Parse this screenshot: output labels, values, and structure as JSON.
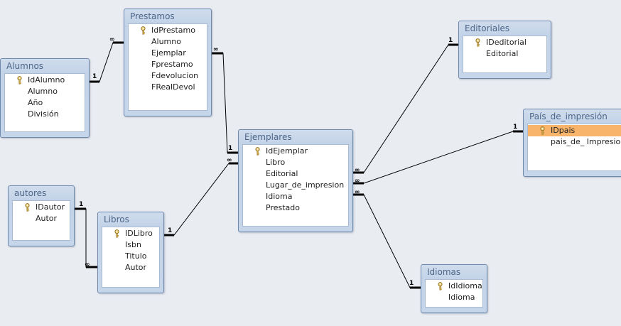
{
  "tables": [
    {
      "id": "prestamos",
      "title": "Prestamos",
      "fields": [
        {
          "name": "IdPrestamo",
          "pk": true
        },
        {
          "name": "Alumno"
        },
        {
          "name": "Ejemplar"
        },
        {
          "name": "Fprestamo"
        },
        {
          "name": "Fdevolucion"
        },
        {
          "name": "FRealDevol"
        }
      ]
    },
    {
      "id": "alumnos",
      "title": "Alumnos",
      "fields": [
        {
          "name": "IdAlumno",
          "pk": true
        },
        {
          "name": "Alumno"
        },
        {
          "name": "Año"
        },
        {
          "name": "División"
        }
      ]
    },
    {
      "id": "autores",
      "title": "autores",
      "fields": [
        {
          "name": "IDautor",
          "pk": true
        },
        {
          "name": "Autor"
        }
      ]
    },
    {
      "id": "libros",
      "title": "Libros",
      "fields": [
        {
          "name": "IDLibro",
          "pk": true
        },
        {
          "name": "Isbn"
        },
        {
          "name": "Titulo"
        },
        {
          "name": "Autor"
        }
      ]
    },
    {
      "id": "ejemplares",
      "title": "Ejemplares",
      "fields": [
        {
          "name": "IdEjemplar",
          "pk": true
        },
        {
          "name": "Libro"
        },
        {
          "name": "Editorial"
        },
        {
          "name": "Lugar_de_impresion"
        },
        {
          "name": "Idioma"
        },
        {
          "name": "Prestado"
        }
      ]
    },
    {
      "id": "editoriales",
      "title": "Editoriales",
      "fields": [
        {
          "name": "IDeditorial",
          "pk": true
        },
        {
          "name": "Editorial"
        }
      ]
    },
    {
      "id": "pais",
      "title": "País_de_impresión",
      "fields": [
        {
          "name": "IDpais",
          "pk": true,
          "selected": true
        },
        {
          "name": "pais_de_ Impresion"
        }
      ]
    },
    {
      "id": "idiomas",
      "title": "Idiomas",
      "fields": [
        {
          "name": "IdIdioma",
          "pk": true
        },
        {
          "name": "Idioma"
        }
      ]
    }
  ],
  "relationships": [
    {
      "from": "alumnos",
      "to": "prestamos",
      "from_card": "1",
      "to_card": "∞"
    },
    {
      "from": "prestamos",
      "to": "ejemplares",
      "from_card": "∞",
      "to_card": "1"
    },
    {
      "from": "libros",
      "to": "ejemplares",
      "from_card": "1",
      "to_card": "∞"
    },
    {
      "from": "autores",
      "to": "libros",
      "from_card": "1",
      "to_card": "∞"
    },
    {
      "from": "ejemplares",
      "to": "editoriales",
      "from_card": "∞",
      "to_card": "1"
    },
    {
      "from": "ejemplares",
      "to": "pais",
      "from_card": "∞",
      "to_card": "1"
    },
    {
      "from": "ejemplares",
      "to": "idiomas",
      "from_card": "∞",
      "to_card": "1"
    }
  ],
  "colors": {
    "background": "#e9edf2",
    "title_text": "#4d6688",
    "selected_row": "#f8b46a",
    "line": "#000000"
  },
  "icons": {
    "primary_key": "key-icon"
  }
}
